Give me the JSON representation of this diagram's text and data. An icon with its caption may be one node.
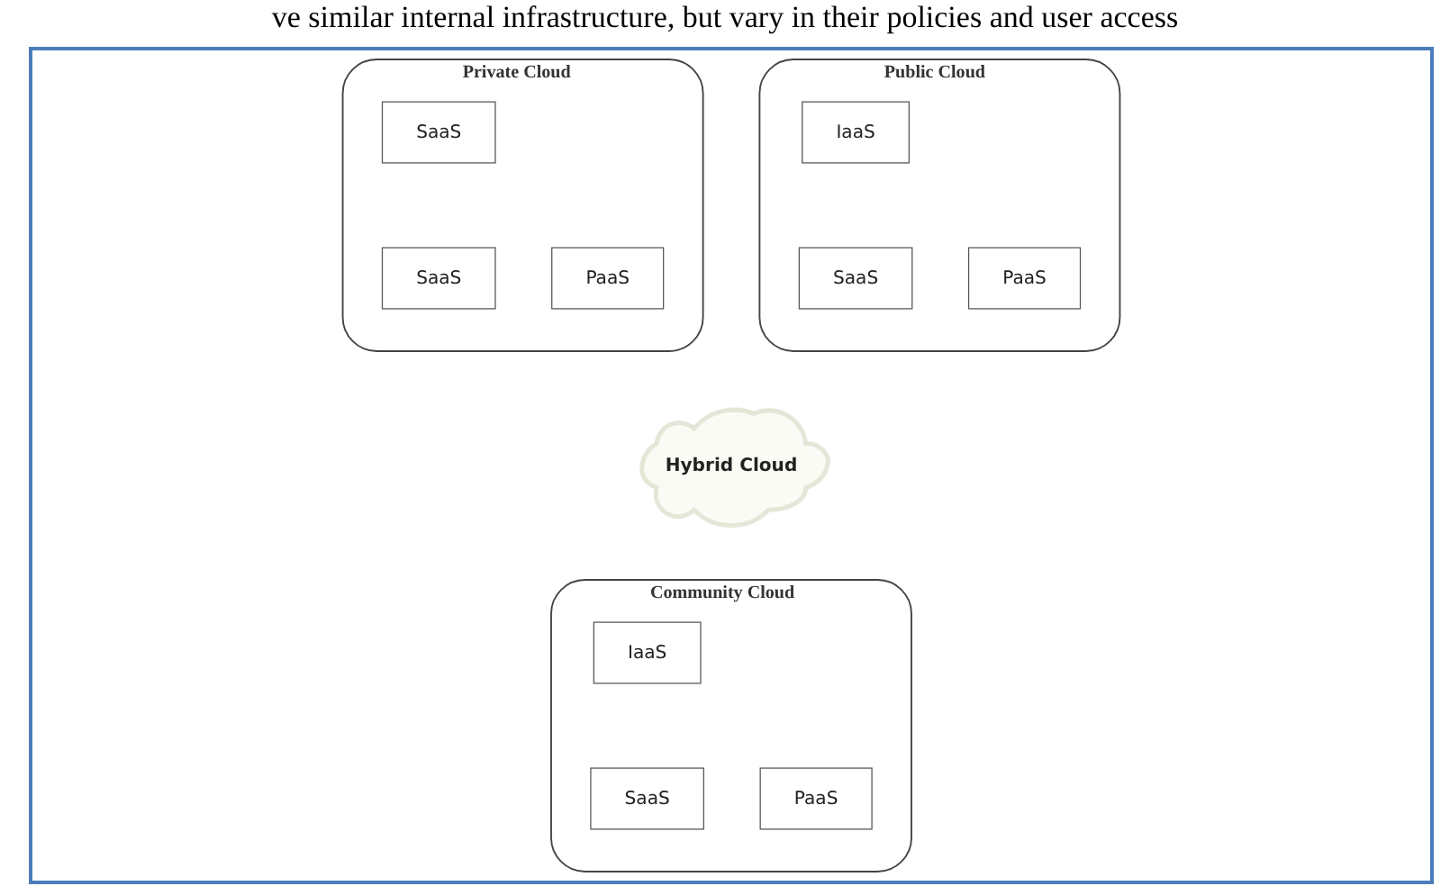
{
  "diagram": {
    "nodes": [
      {
        "text": [
          "Private Cloud"
        ]
      },
      {
        "text": [
          "SaaS"
        ],
        "in": 0
      },
      {
        "text": [
          "SaaS"
        ],
        "in": 0
      },
      {
        "text": [
          "PaaS"
        ],
        "in": 0
      },
      {
        "text": [
          "Public Cloud"
        ]
      },
      {
        "text": [
          "IaaS"
        ],
        "in": 4
      },
      {
        "text": [
          "SaaS"
        ],
        "in": 4
      },
      {
        "text": [
          "PaaS"
        ],
        "in": 4
      },
      {
        "text": [
          "Hybrid Cloud"
        ]
      },
      {
        "text": [
          "Community Cloud"
        ]
      },
      {
        "text": [
          "IaaS"
        ],
        "in": 9
      },
      {
        "text": [
          "SaaS"
        ],
        "in": 9
      },
      {
        "text": [
          "PaaS"
        ],
        "in": 9
      }
    ],
    "labels": [
      "ve similar internal infrastructure, but vary in their policies and user access"
    ]
  }
}
